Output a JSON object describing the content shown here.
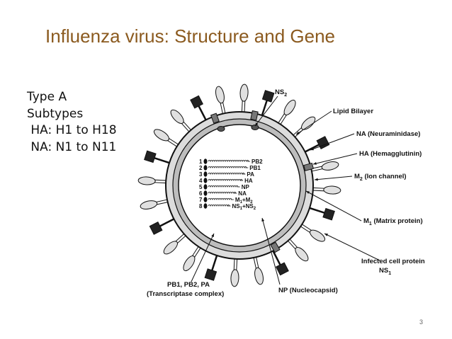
{
  "slide": {
    "title": "Influenza virus: Structure and Gene",
    "type_line": "Type A",
    "subtypes_line": "Subtypes",
    "ha_line": " HA: H1 to H18",
    "na_line": " NA: N1 to N11",
    "page_number": "3"
  },
  "diagram": {
    "labels": {
      "ns2": "NS",
      "ns2_sub": "2",
      "lipid_bilayer": "Lipid Bilayer",
      "na": "NA (Neuraminidase)",
      "ha": "HA (Hemagglutinin)",
      "m2": "M",
      "m2_sub": "2",
      "m2_rest": " (Ion channel)",
      "m1": "M",
      "m1_sub": "1",
      "m1_rest": " (Matrix protein)",
      "infected_line1": "Infected cell protein",
      "infected_line2": "NS",
      "infected_sub": "1",
      "polymerase_line1": "PB1, PB2, PA",
      "polymerase_line2": "(Transcriptase complex)",
      "np": "NP (Nucleocapsid)"
    },
    "segments": [
      {
        "num": "1",
        "name": "PB2"
      },
      {
        "num": "2",
        "name": "PB1"
      },
      {
        "num": "3",
        "name": "PA"
      },
      {
        "num": "4",
        "name": "HA"
      },
      {
        "num": "5",
        "name": "NP"
      },
      {
        "num": "6",
        "name": "NA"
      },
      {
        "num": "7",
        "name": "M",
        "sub1": "1",
        "mid": "+M",
        "sub2": "2"
      },
      {
        "num": "8",
        "name": "NS",
        "sub1": "1",
        "mid": "+NS",
        "sub2": "2"
      }
    ]
  }
}
